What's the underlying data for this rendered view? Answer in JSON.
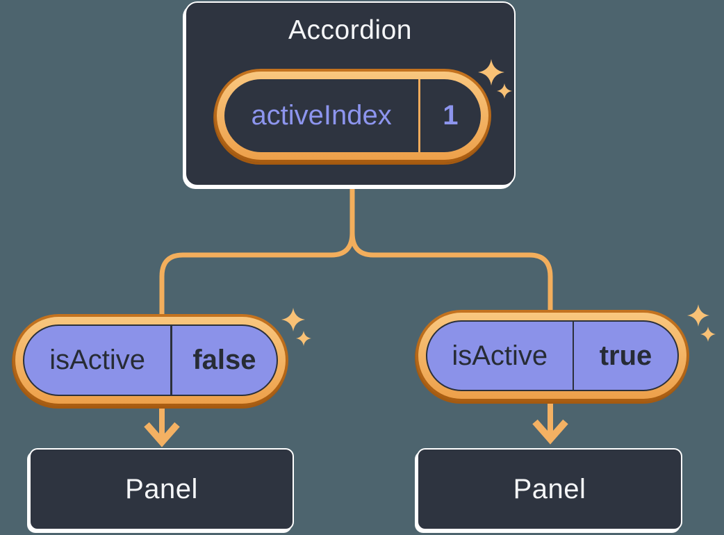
{
  "diagram": {
    "root": {
      "title": "Accordion",
      "state": {
        "name": "activeIndex",
        "value": "1"
      }
    },
    "children": [
      {
        "prop": {
          "name": "isActive",
          "value": "false"
        },
        "panel": "Panel"
      },
      {
        "prop": {
          "name": "isActive",
          "value": "true"
        },
        "panel": "Panel"
      }
    ],
    "icons": [
      "sparkle-icon",
      "arrow-down-icon"
    ],
    "colors": {
      "background": "#4d646e",
      "box_fill": "#2e3440",
      "box_border": "#ffffff",
      "pill_fill_purple": "#8b92e9",
      "pill_ring_light": "#f9c77f",
      "pill_ring_dark": "#a95d12",
      "text_light": "#f5f6f8",
      "text_purple": "#8d95ee",
      "text_dark": "#272c35",
      "connector": "#f3ae5c",
      "sparkle": "#f8c176"
    }
  }
}
